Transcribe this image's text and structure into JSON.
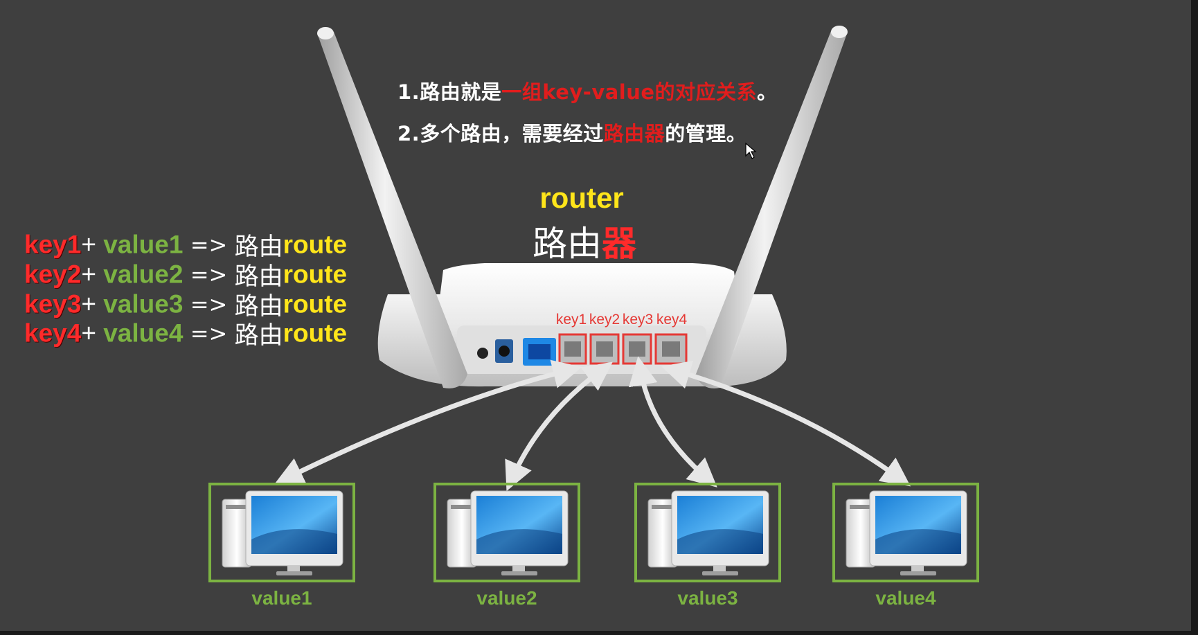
{
  "notes": {
    "line1_prefix": "1.路由就是",
    "line1_highlight": "一组key-value的对应关系",
    "line1_suffix": "。",
    "line2_prefix": "2.多个路由，需要经过",
    "line2_highlight": "路由器",
    "line2_suffix": "的管理。"
  },
  "router": {
    "en": "router",
    "zh_prefix": "路由",
    "zh_highlight": "器"
  },
  "routes": [
    {
      "key": "key1",
      "plus": "+",
      "value": "value1",
      "arrow": "=>",
      "zh": "路由",
      "route": "route"
    },
    {
      "key": "key2",
      "plus": "+",
      "value": "value2",
      "arrow": "=>",
      "zh": "路由",
      "route": "route"
    },
    {
      "key": "key3",
      "plus": "+",
      "value": "value3",
      "arrow": "=>",
      "zh": "路由",
      "route": "route"
    },
    {
      "key": "key4",
      "plus": "+",
      "value": "value4",
      "arrow": "=>",
      "zh": "路由",
      "route": "route"
    }
  ],
  "ports": [
    "key1",
    "key2",
    "key3",
    "key4"
  ],
  "computers": [
    "value1",
    "value2",
    "value3",
    "value4"
  ],
  "colors": {
    "background": "#3f3f3f",
    "key": "#ff2a2a",
    "value": "#7cb342",
    "route": "#ffe51a",
    "highlight": "#e11d1d"
  },
  "icons": [
    "router-image",
    "computer-icon",
    "cursor-icon"
  ]
}
